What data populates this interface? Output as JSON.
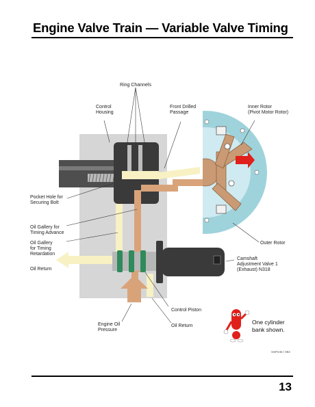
{
  "header": {
    "title": "Engine Valve Train — Variable Valve Timing"
  },
  "footer": {
    "page_number": "13"
  },
  "labels": {
    "ring_channels": "Ring Channels",
    "control_housing": [
      "Control",
      "Housing"
    ],
    "front_drilled_passage": [
      "Front Drilled",
      "Passage"
    ],
    "inner_rotor": [
      "Inner Rotor",
      "(Pivot Motor Rotor)"
    ],
    "pocket_hole": [
      "Pocket Hole for",
      "Securing Bolt"
    ],
    "oil_gallery_advance": [
      "Oil Gallery for",
      "Timing Advance"
    ],
    "oil_gallery_retard": [
      "Oil Gallery",
      "for Timing",
      "Retardation"
    ],
    "oil_return_left": "Oil Return",
    "outer_rotor": "Outer Rotor",
    "camshaft_valve": [
      "Camshaft",
      "Adjustment Valve 1",
      "(Exhaust) N318"
    ],
    "control_piston": "Control Piston",
    "engine_oil_pressure": [
      "Engine Oil",
      "Pressure"
    ],
    "oil_return_bottom": "Oil Return",
    "note": [
      "One cylinder",
      "bank shown."
    ],
    "figure_code": "SSP246 / 094"
  },
  "colors": {
    "housing_gray": "#d6d6d6",
    "pressure_tan": "#d9a37a",
    "return_cream": "#f7f1c4",
    "rotor_blue": "#9fd3dc",
    "arrow_red": "#e0201b"
  }
}
